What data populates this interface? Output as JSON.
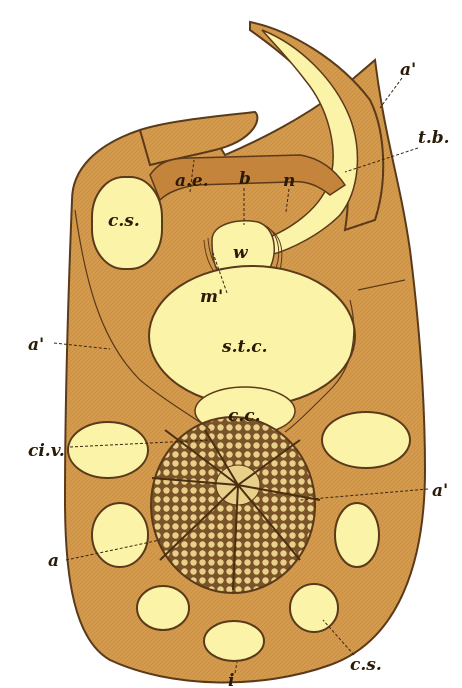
{
  "figure": {
    "colors": {
      "tissue": "#d49a4e",
      "tissue_dark": "#b77a35",
      "outline": "#5a3a1a",
      "cavity": "#fbf3a8",
      "network": "#6e4a22",
      "background": "#ffffff"
    },
    "labels": {
      "a_prime_top": "a'",
      "tb": "t.b.",
      "ae": "a.e.",
      "b": "b",
      "n": "n",
      "cs_upper": "c.s.",
      "w": "w",
      "m_prime": "m'",
      "a_prime_left": "a'",
      "stc": "s.t.c.",
      "cc": "c.c.",
      "civ": "ci.v.",
      "a_prime_right": "a'",
      "a": "a",
      "cs_lower": "c.s.",
      "i": "i"
    }
  }
}
